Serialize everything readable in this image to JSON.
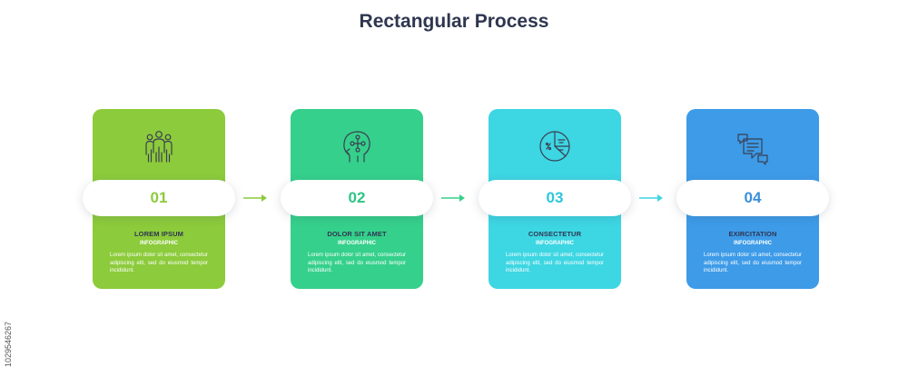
{
  "title": "Rectangular Process",
  "side_id": "1029546267",
  "steps": [
    {
      "number": "01",
      "heading": "LOREM IPSUM",
      "sub": "INFOGRAPHIC",
      "body": "Lorem ipsum dolor sit amet, consectetur adipiscing elit, sed do eiusmod tempor incididunt.",
      "color": "#8ccb3b",
      "number_color": "#8ccb3b",
      "icon": "team-people-icon"
    },
    {
      "number": "02",
      "heading": "DOLOR SIT AMET",
      "sub": "INFOGRAPHIC",
      "body": "Lorem ipsum dolor sit amet, consectetur adipiscing elit, sed do eiusmod tempor incididunt.",
      "color": "#35d08b",
      "number_color": "#2dc585",
      "icon": "head-circuit-icon"
    },
    {
      "number": "03",
      "heading": "CONSECTETUR",
      "sub": "INFOGRAPHIC",
      "body": "Lorem ipsum dolor sit amet, consectetur adipiscing elit, sed do eiusmod tempor incididunt.",
      "color": "#3dd6e3",
      "number_color": "#2ec6dc",
      "icon": "pie-chart-icon"
    },
    {
      "number": "04",
      "heading": "EXIRCITATION",
      "sub": "INFOGRAPHIC",
      "body": "Lorem ipsum dolor sit amet, consectetur adipiscing elit, sed do eiusmod tempor incididunt.",
      "color": "#3d9be8",
      "number_color": "#3a8fdc",
      "icon": "chat-bubbles-icon"
    }
  ],
  "arrow_colors": [
    "#8ccb3b",
    "#35d08b",
    "#3dd6e3"
  ]
}
